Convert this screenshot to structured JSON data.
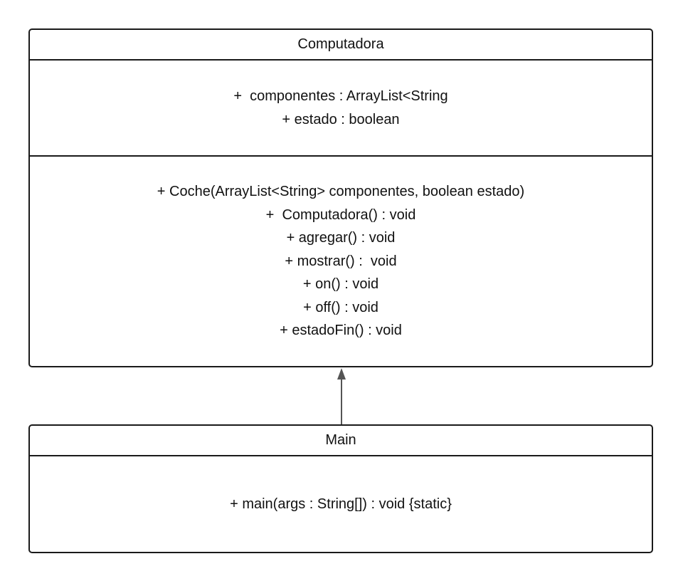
{
  "classes": {
    "computadora": {
      "name": "Computadora",
      "attributes": [
        "+  componentes : ArrayList<String",
        "+ estado : boolean"
      ],
      "methods": [
        "+ Coche(ArrayList<String> componentes, boolean estado)",
        "+  Computadora() : void",
        "+ agregar() : void",
        "+ mostrar() :  void",
        "+ on() : void",
        "+ off() : void",
        "+ estadoFin() : void"
      ]
    },
    "main": {
      "name": "Main",
      "methods": [
        "+ main(args : String[]) : void {static}"
      ]
    }
  },
  "relationships": [
    {
      "type": "inheritance",
      "from": "Main",
      "to": "Computadora"
    }
  ],
  "colors": {
    "border": "#1a1a1a",
    "arrow": "#555555",
    "background": "#ffffff"
  }
}
